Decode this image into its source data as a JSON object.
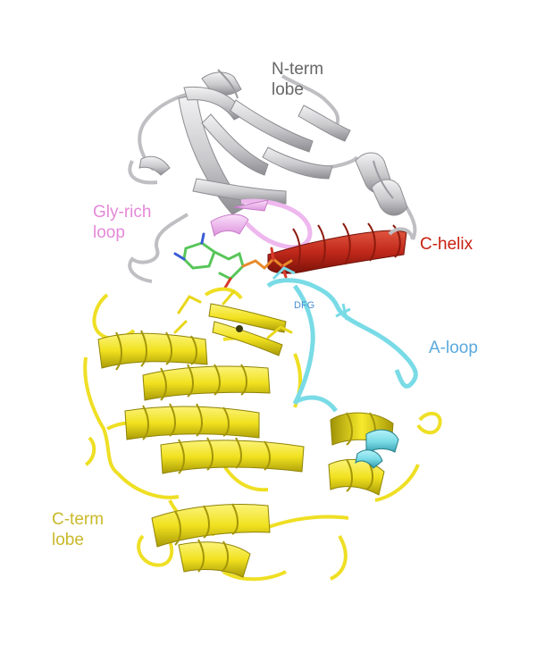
{
  "figure": {
    "labels": {
      "n_term": {
        "lines": [
          "N-term",
          "lobe"
        ],
        "color": "#666666"
      },
      "gly_rich": {
        "lines": [
          "Gly-rich",
          "loop"
        ],
        "color": "#e589d8"
      },
      "c_helix": {
        "text": "C-helix",
        "color": "#c8200e"
      },
      "dfg": {
        "text": "DFG",
        "color": "#4a8fd0"
      },
      "a_loop": {
        "text": "A-loop",
        "color": "#5aa9de"
      },
      "c_term": {
        "lines": [
          "C-term",
          "lobe"
        ],
        "color": "#c9b92a"
      }
    },
    "colors": {
      "n_lobe": "#c9c9cc",
      "c_lobe": "#f1e11f",
      "gly_loop": "#eeb8ee",
      "c_helix": "#c0281a",
      "a_loop": "#79dbe6",
      "ligand": "#58c65a"
    }
  }
}
